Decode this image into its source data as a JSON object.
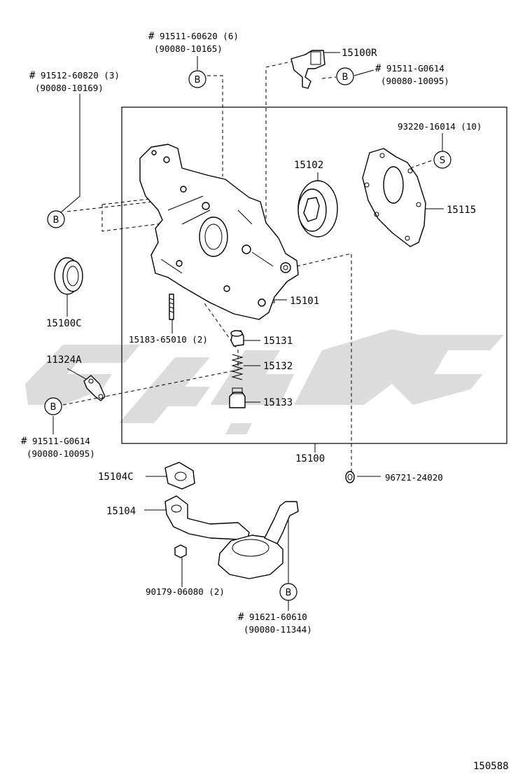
{
  "labels": {
    "p15100R": "15100R",
    "b1_hash": "#",
    "b1_num": "91511-60620 (6)",
    "b1_alt": "(90080-10165)",
    "b2_hash": "#",
    "b2_num": "91512-60820 (3)",
    "b2_alt": "(90080-10169)",
    "b3_hash": "#",
    "b3_num": "91511-G0614",
    "b3_alt": "(90080-10095)",
    "s1_num": "93220-16014 (10)",
    "p15102": "15102",
    "p15115": "15115",
    "p15101": "15101",
    "p15100C": "15100C",
    "p15183": "15183-65010 (2)",
    "p15131": "15131",
    "p15132": "15132",
    "p15133": "15133",
    "p11324A": "11324A",
    "b4_hash": "#",
    "b4_num": "91511-G0614",
    "b4_alt": "(90080-10095)",
    "p15100": "15100",
    "p96721": "96721-24020",
    "p15104C": "15104C",
    "p15104": "15104",
    "p90179": "90179-06080 (2)",
    "b5_hash": "#",
    "b5_num": "91621-60610",
    "b5_alt": "(90080-11344)",
    "fig_no": "150588"
  },
  "bubbles": {
    "b": "B",
    "s": "S"
  },
  "colors": {
    "line": "#000000",
    "watermark": "#d6d6d6",
    "background": "#ffffff"
  }
}
